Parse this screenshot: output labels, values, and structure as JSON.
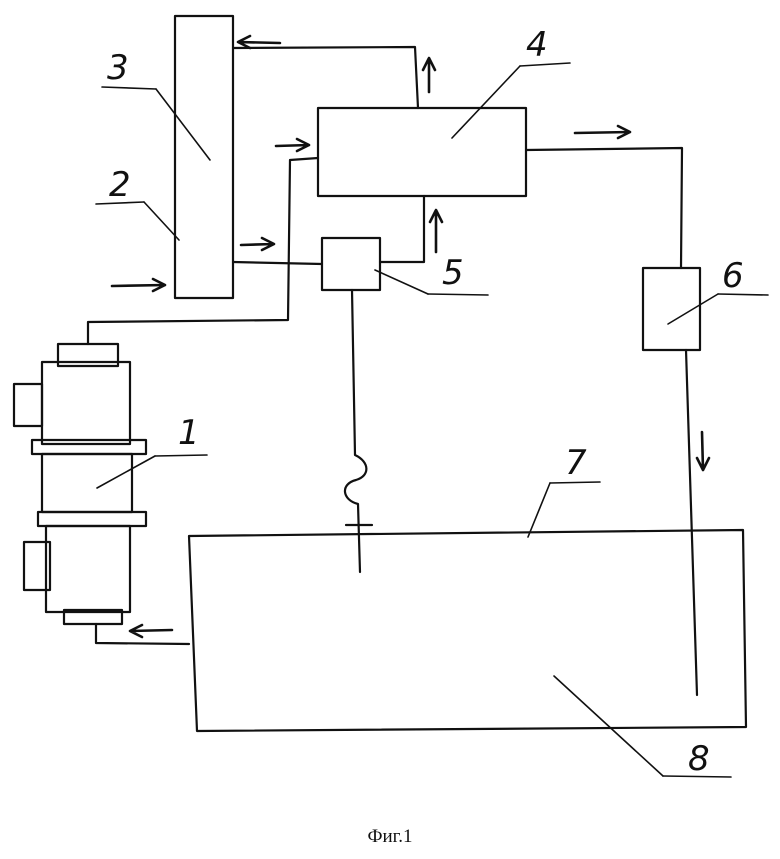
{
  "labels": {
    "n1": "1",
    "n2": "2",
    "n3": "3",
    "n4": "4",
    "n5": "5",
    "n6": "6",
    "n7": "7",
    "n8": "8"
  },
  "caption": "Фиг.1"
}
